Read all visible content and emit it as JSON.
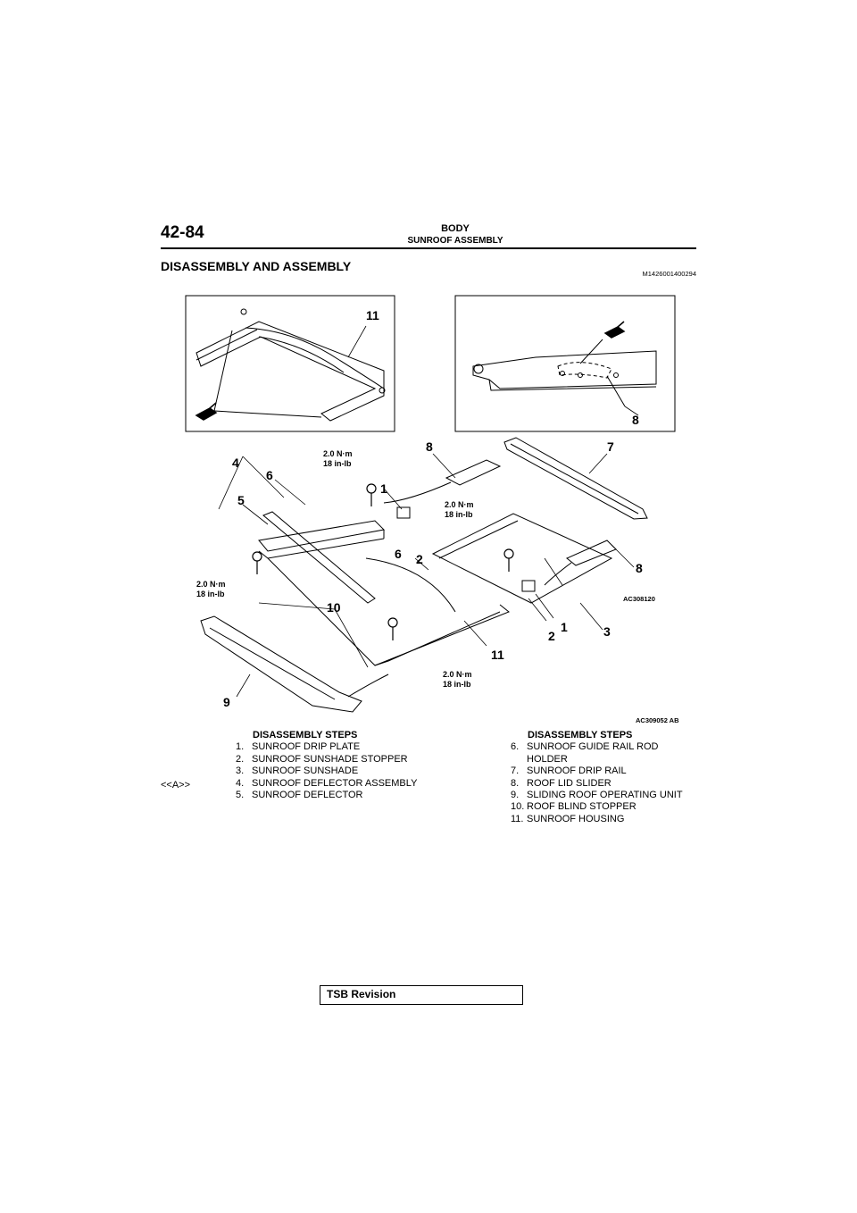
{
  "header": {
    "page_number": "42-84",
    "title": "BODY",
    "subtitle": "SUNROOF ASSEMBLY"
  },
  "section": {
    "title": "DISASSEMBLY AND ASSEMBLY",
    "code": "M1426001400294"
  },
  "diagram": {
    "figure_code": "AC309052 AB",
    "inner_code": "AC308120",
    "torque_value": "2.0 N·m",
    "torque_imperial": "18 in-lb",
    "callouts": [
      "11",
      "8",
      "4",
      "6",
      "5",
      "1",
      "8",
      "7",
      "2",
      "6",
      "8",
      "10",
      "1",
      "2",
      "3",
      "11",
      "9"
    ]
  },
  "steps_left": {
    "header": "DISASSEMBLY STEPS",
    "note": "<<A>>",
    "items": [
      {
        "num": "1.",
        "text": "SUNROOF DRIP PLATE"
      },
      {
        "num": "2.",
        "text": "SUNROOF SUNSHADE STOPPER"
      },
      {
        "num": "3.",
        "text": "SUNROOF SUNSHADE"
      },
      {
        "num": "4.",
        "text": "SUNROOF DEFLECTOR ASSEMBLY"
      },
      {
        "num": "5.",
        "text": "SUNROOF DEFLECTOR"
      }
    ]
  },
  "steps_right": {
    "header": "DISASSEMBLY STEPS",
    "items": [
      {
        "num": "6.",
        "text": "SUNROOF GUIDE RAIL ROD HOLDER"
      },
      {
        "num": "7.",
        "text": "SUNROOF DRIP RAIL"
      },
      {
        "num": "8.",
        "text": "ROOF LID SLIDER"
      },
      {
        "num": "9.",
        "text": "SLIDING ROOF OPERATING UNIT"
      },
      {
        "num": "10.",
        "text": "ROOF BLIND STOPPER"
      },
      {
        "num": "11.",
        "text": "SUNROOF HOUSING"
      }
    ]
  },
  "footer": {
    "tsb_label": "TSB Revision"
  }
}
